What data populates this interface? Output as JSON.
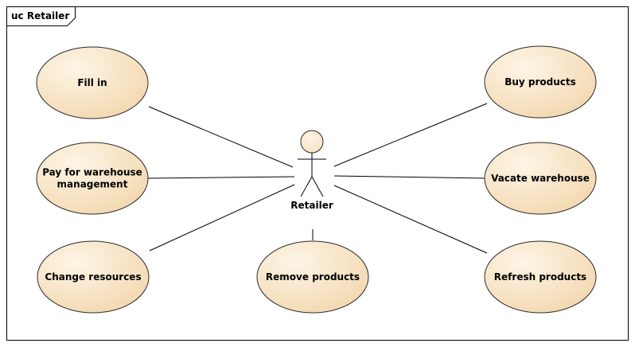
{
  "diagram": {
    "frame_label": "uc Retailer",
    "actor": {
      "name": "Retailer"
    },
    "use_cases": {
      "fill_in": {
        "lines": [
          "Fill in"
        ]
      },
      "pay_for_warehouse_management": {
        "lines": [
          "Pay for warehouse",
          "management"
        ]
      },
      "change_resources": {
        "lines": [
          "Change resources"
        ]
      },
      "remove_products": {
        "lines": [
          "Remove products"
        ]
      },
      "buy_products": {
        "lines": [
          "Buy products"
        ]
      },
      "vacate_warehouse": {
        "lines": [
          "Vacate warehouse"
        ]
      },
      "refresh_products": {
        "lines": [
          "Refresh products"
        ]
      }
    },
    "colors": {
      "use_case_fill_light": "#fdf5e6",
      "use_case_fill_dark": "#f3d7ae",
      "actor_fill": "#f6e0bd"
    }
  }
}
